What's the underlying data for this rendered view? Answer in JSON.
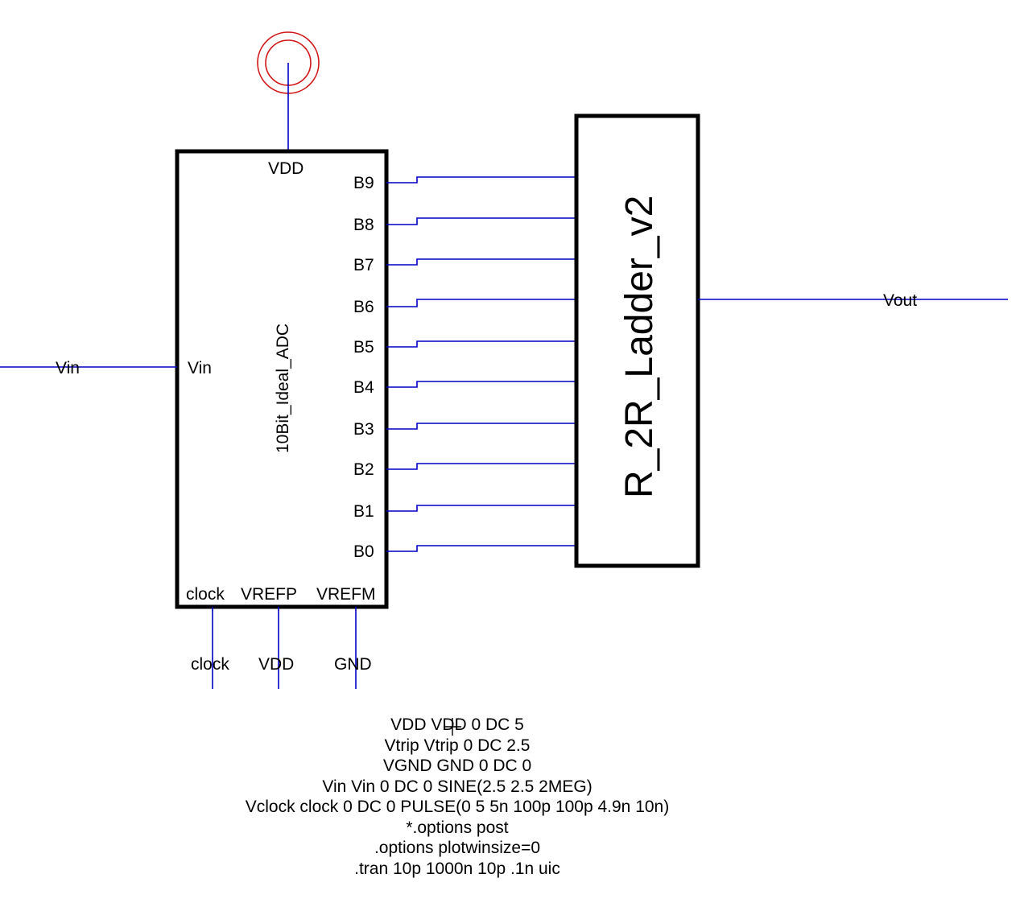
{
  "colors": {
    "wire": "#0000c8",
    "supply": "#d21414",
    "box": "#000000"
  },
  "adc": {
    "name": "10Bit_Ideal_ADC",
    "pins": {
      "vdd": "VDD",
      "vin": "Vin",
      "clock": "clock",
      "vrefp": "VREFP",
      "vrefm": "VREFM",
      "bits": [
        "B9",
        "B8",
        "B7",
        "B6",
        "B5",
        "B4",
        "B3",
        "B2",
        "B1",
        "B0"
      ]
    }
  },
  "dac": {
    "name": "R_2R_Ladder_v2"
  },
  "nets": {
    "vin": "Vin",
    "vout": "Vout",
    "clock": "clock",
    "vrefp": "VDD",
    "vrefm": "GND"
  },
  "spice": [
    "VDD VDD 0 DC 5",
    "Vtrip Vtrip 0 DC 2.5",
    "VGND GND 0 DC 0",
    "Vin Vin 0 DC 0 SINE(2.5 2.5 2MEG)",
    "Vclock clock 0 DC 0 PULSE(0 5 5n 100p 100p 4.9n 10n)",
    "*.options post",
    ".options plotwinsize=0",
    ".tran 10p 1000n 10p .1n uic"
  ]
}
